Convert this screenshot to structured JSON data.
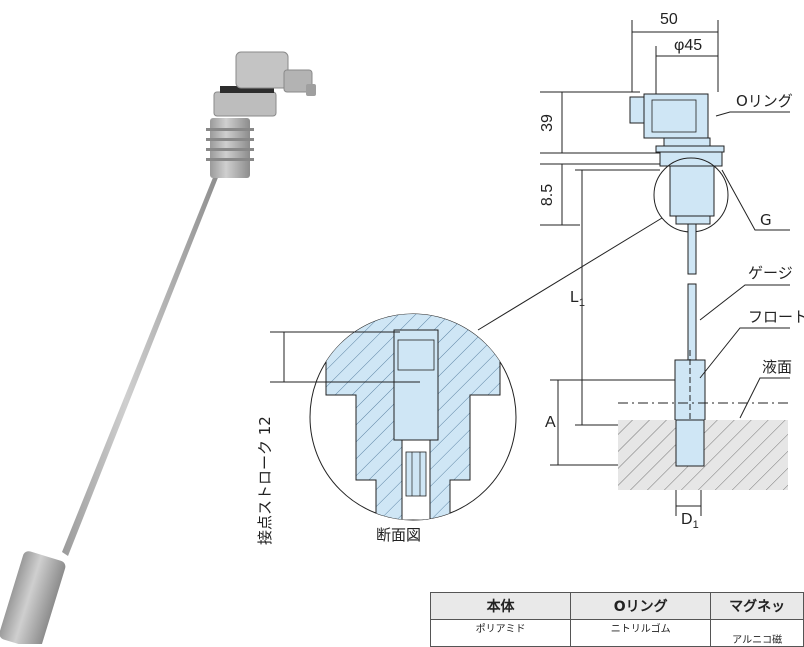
{
  "dimensions": {
    "width_50": "50",
    "phi45": "φ45",
    "h39": "39",
    "h8_5": "8.5",
    "L": "L",
    "L_sub": "1",
    "A": "A",
    "D": "D",
    "D_sub": "1",
    "stroke": "接点ストローク 12"
  },
  "labels": {
    "oring": "Oリング",
    "g": "G",
    "gauge": "ゲージ",
    "float": "フロート",
    "liquid": "液面",
    "section": "断面図"
  },
  "table": {
    "headers": [
      "本体",
      "Oリング",
      "マグネッ"
    ],
    "row1": [
      "ポリアミド",
      "ニトリルゴム",
      "アルニコ磁"
    ]
  },
  "colors": {
    "light_blue": "#cfe6f5",
    "hatch": "#6a8faa",
    "grey_body": "#a8a8a8"
  }
}
